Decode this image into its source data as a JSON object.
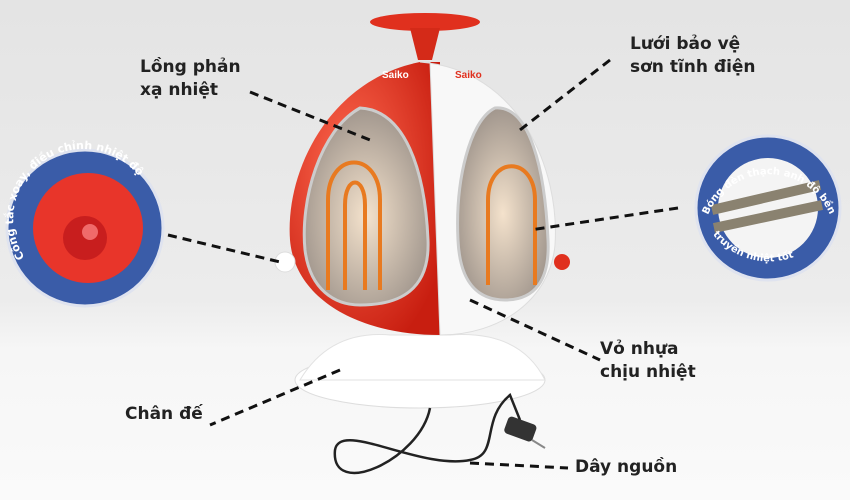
{
  "brand": "Saiko",
  "labels": {
    "reflector": [
      "Lồng phản",
      "xạ nhiệt"
    ],
    "grille": [
      "Lưới bảo vệ",
      "sơn tĩnh điện"
    ],
    "body": [
      "Vỏ nhựa",
      "chịu nhiệt"
    ],
    "base": "Chân đế",
    "cord": "Dây nguồn"
  },
  "badges": {
    "switch": "Công tắc xoay, điều chỉnh nhiệt độ",
    "lamp": "Bóng đèn thạch anh độ bền cao, truyền nhiệt tốt"
  },
  "colors": {
    "red": "#e0301e",
    "badge_blue": "#3a5ca8",
    "white": "#ffffff"
  }
}
